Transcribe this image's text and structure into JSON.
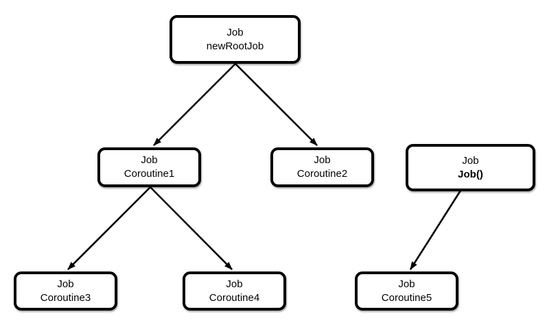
{
  "diagram": {
    "description": "Job hierarchy tree diagram",
    "colors": {
      "background": "#ffffff",
      "node_fill": "#ffffff",
      "node_border": "#000000",
      "arrow": "#000000",
      "text": "#000000"
    },
    "nodes": {
      "root": {
        "line1": "Job",
        "line2": "newRootJob"
      },
      "coroutine1": {
        "line1": "Job",
        "line2": "Coroutine1"
      },
      "coroutine2": {
        "line1": "Job",
        "line2": "Coroutine2"
      },
      "jobcall": {
        "line1": "Job",
        "line2": "Job()"
      },
      "coroutine3": {
        "line1": "Job",
        "line2": "Coroutine3"
      },
      "coroutine4": {
        "line1": "Job",
        "line2": "Coroutine4"
      },
      "coroutine5": {
        "line1": "Job",
        "line2": "Coroutine5"
      }
    },
    "edges": [
      {
        "from": "newRootJob",
        "to": "Coroutine1"
      },
      {
        "from": "newRootJob",
        "to": "Coroutine2"
      },
      {
        "from": "Coroutine1",
        "to": "Coroutine3"
      },
      {
        "from": "Coroutine1",
        "to": "Coroutine4"
      },
      {
        "from": "Job()",
        "to": "Coroutine5"
      }
    ]
  }
}
